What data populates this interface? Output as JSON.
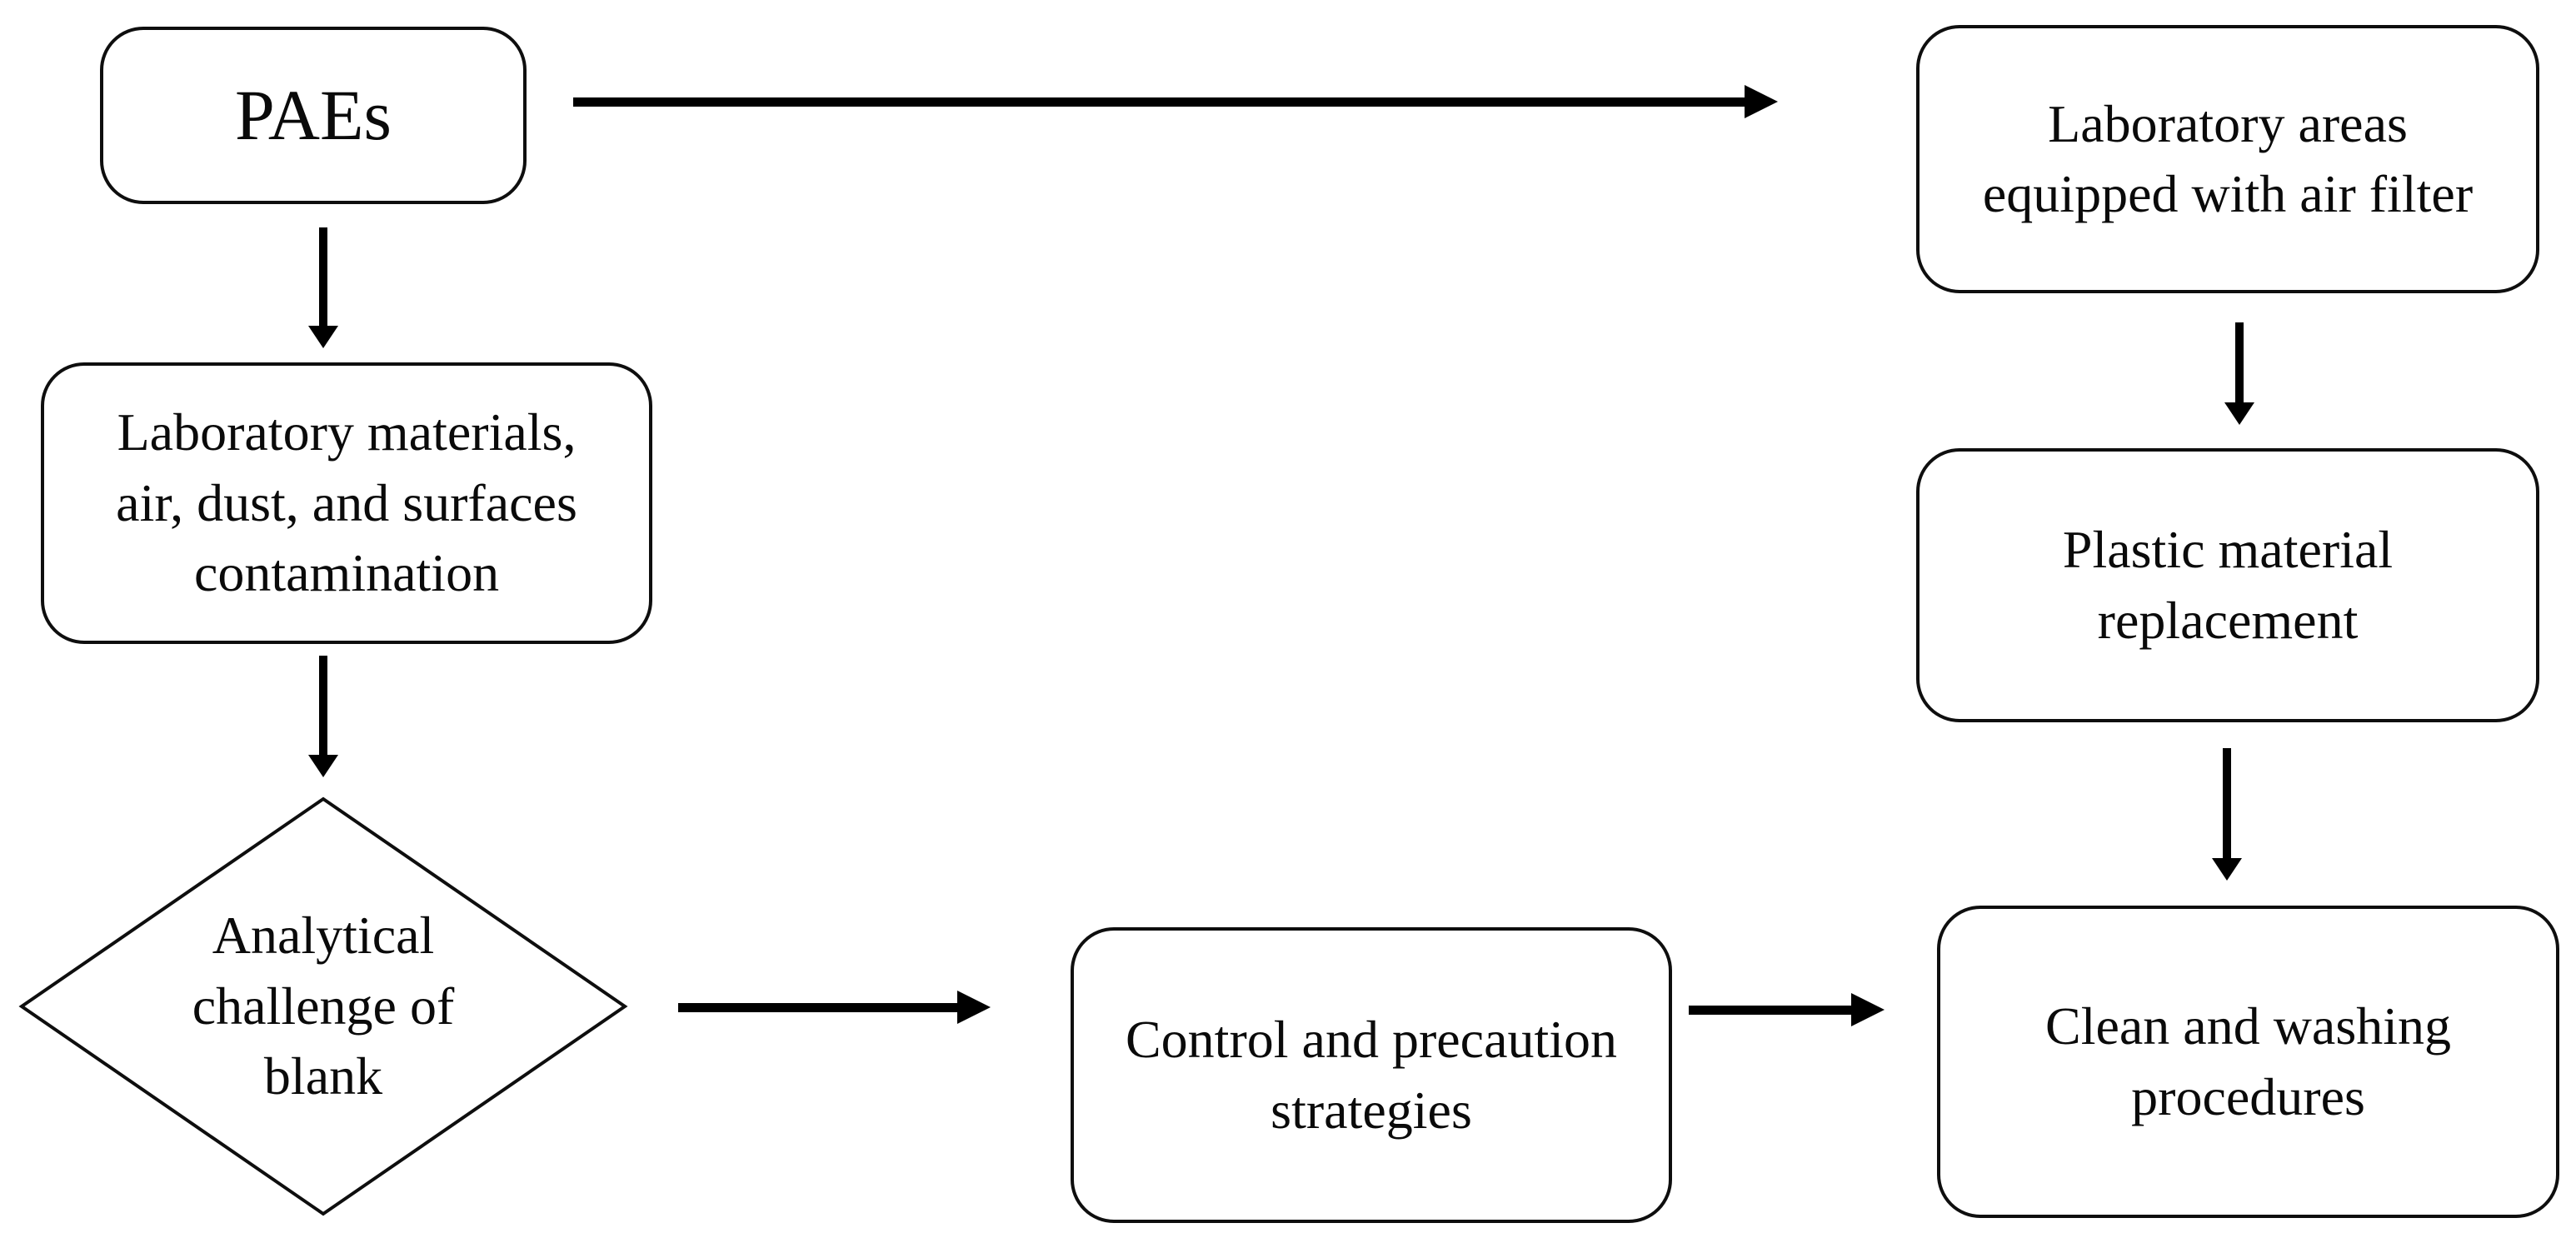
{
  "diagram": {
    "background": "#ffffff",
    "stroke_color": "#0e0e0e",
    "text_color": "#0a0a0a"
  },
  "nodes": {
    "paes": {
      "label": "PAEs",
      "shape": "rounded-rect"
    },
    "lab_materials": {
      "label": "Laboratory materials,\nair, dust, and surfaces\ncontamination",
      "shape": "rounded-rect"
    },
    "analytical_challenge": {
      "label": "Analytical\nchallenge of\nblank",
      "shape": "diamond"
    },
    "control_strategies": {
      "label": "Control and precaution\nstrategies",
      "shape": "rounded-rect"
    },
    "lab_areas": {
      "label": "Laboratory areas\nequipped with air filter",
      "shape": "rounded-rect"
    },
    "plastic_replacement": {
      "label": "Plastic material\nreplacement",
      "shape": "rounded-rect"
    },
    "clean_washing": {
      "label": "Clean and washing\nprocedures",
      "shape": "rounded-rect"
    }
  },
  "edges": [
    {
      "from": "paes",
      "to": "lab_areas",
      "direction": "right"
    },
    {
      "from": "paes",
      "to": "lab_materials",
      "direction": "down"
    },
    {
      "from": "lab_materials",
      "to": "analytical_challenge",
      "direction": "down"
    },
    {
      "from": "analytical_challenge",
      "to": "control_strategies",
      "direction": "right"
    },
    {
      "from": "control_strategies",
      "to": "clean_washing",
      "direction": "right"
    },
    {
      "from": "lab_areas",
      "to": "plastic_replacement",
      "direction": "down"
    },
    {
      "from": "plastic_replacement",
      "to": "clean_washing",
      "direction": "down"
    }
  ]
}
